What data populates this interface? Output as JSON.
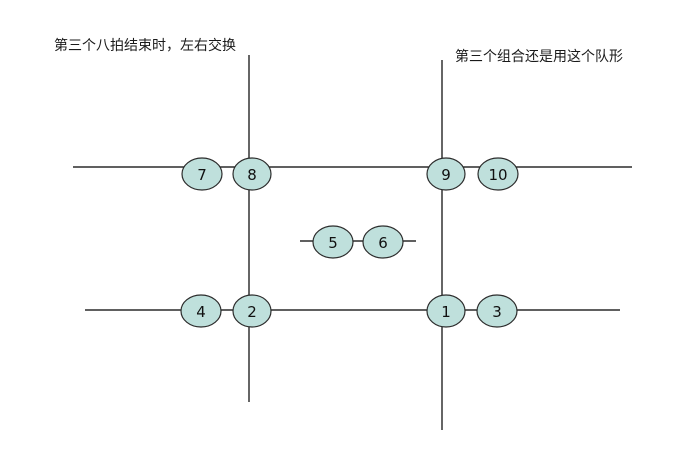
{
  "notes": {
    "left": "第三个八拍结束时，左右交换",
    "right": "第三个组合还是用这个队形"
  },
  "colors": {
    "dancer_fill": "#bfe0dc",
    "line": "#000000"
  },
  "dancers": {
    "d1": "1",
    "d2": "2",
    "d3": "3",
    "d4": "4",
    "d5": "5",
    "d6": "6",
    "d7": "7",
    "d8": "8",
    "d9": "9",
    "d10": "10"
  }
}
